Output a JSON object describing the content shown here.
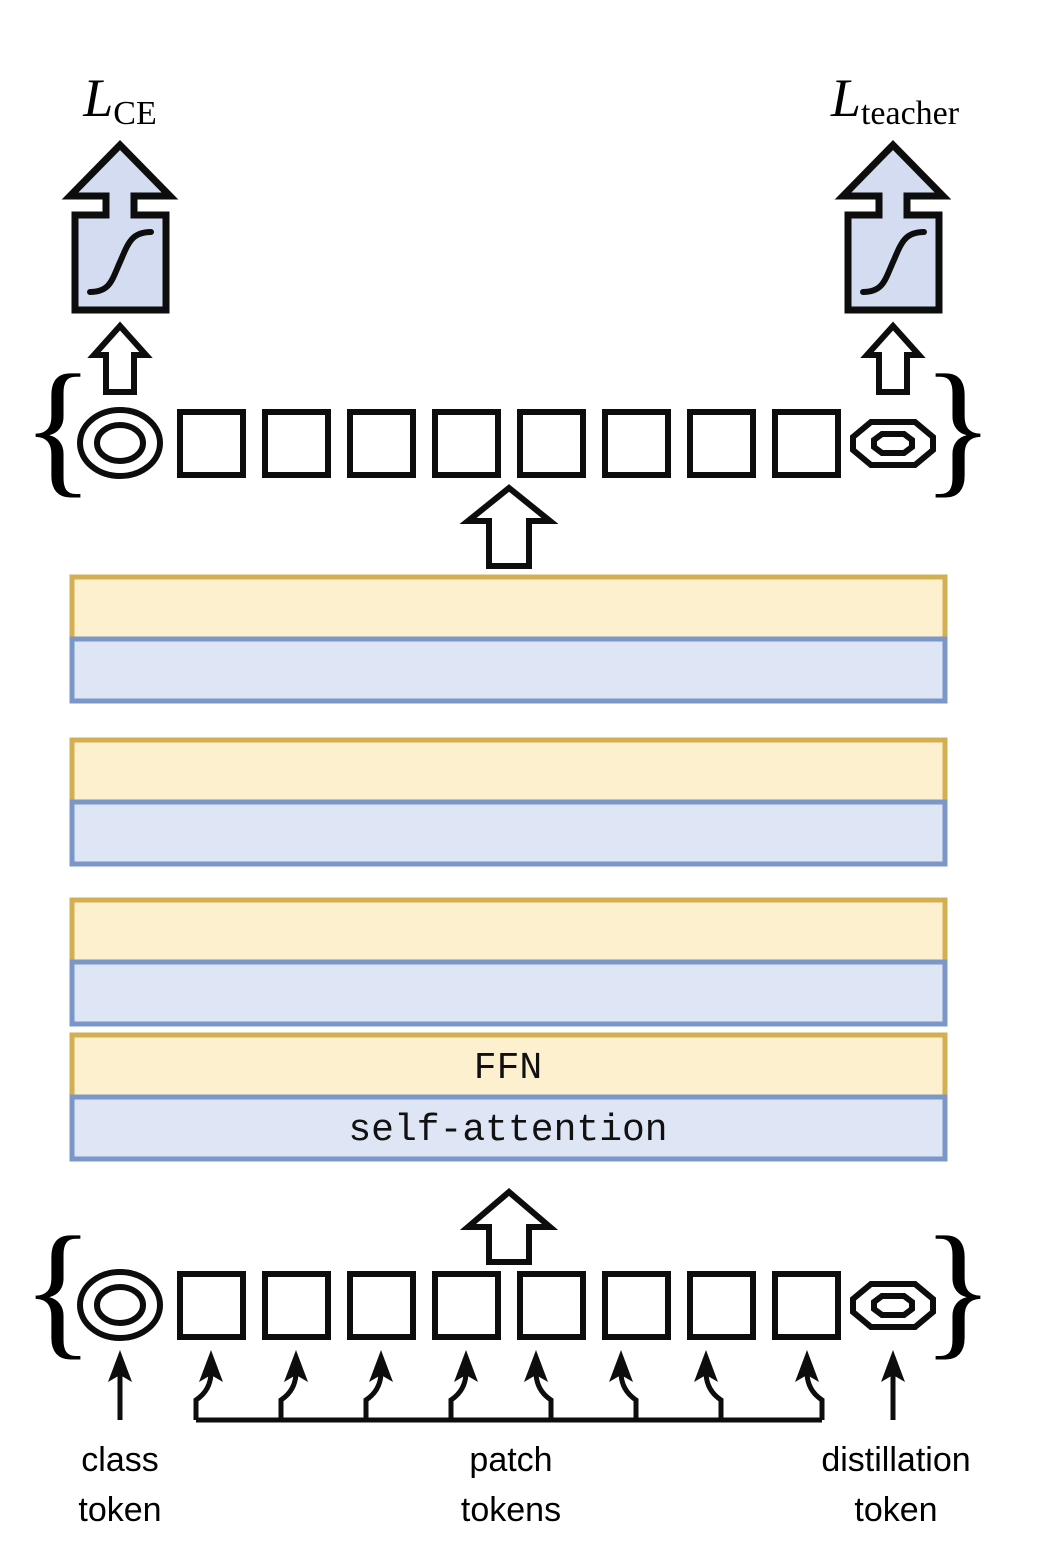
{
  "figure": {
    "title": "DeiT distillation architecture diagram",
    "background": "#ffffff"
  },
  "colors": {
    "ffn_fill": "#fcf0ce",
    "ffn_border": "#d4af51",
    "attention_fill": "#dee5f5",
    "attention_border": "#7b97c8",
    "head_fill": "#d3dcf0",
    "outline": "#0d0d0d"
  },
  "losses": [
    {
      "name": "ce-loss",
      "script": "L",
      "subscript": "CE"
    },
    {
      "name": "teacher-loss",
      "script": "L",
      "subscript": "teacher"
    }
  ],
  "heads": [
    {
      "name": "class-classifier-head",
      "icon": "sigmoid-icon"
    },
    {
      "name": "distillation-classifier-head",
      "icon": "sigmoid-icon"
    }
  ],
  "output_row": {
    "name": "output-token-row",
    "open_brace": "{",
    "close_brace": "}",
    "tokens": [
      {
        "type": "class-token",
        "shape": "double-circle"
      },
      {
        "type": "patch-token",
        "shape": "square"
      },
      {
        "type": "patch-token",
        "shape": "square"
      },
      {
        "type": "patch-token",
        "shape": "square"
      },
      {
        "type": "patch-token",
        "shape": "square"
      },
      {
        "type": "patch-token",
        "shape": "square"
      },
      {
        "type": "patch-token",
        "shape": "square"
      },
      {
        "type": "patch-token",
        "shape": "square"
      },
      {
        "type": "patch-token",
        "shape": "square"
      },
      {
        "type": "distillation-token",
        "shape": "double-octagon"
      }
    ]
  },
  "input_row": {
    "name": "input-token-row",
    "open_brace": "{",
    "close_brace": "}",
    "tokens": [
      {
        "type": "class-token",
        "shape": "double-circle"
      },
      {
        "type": "patch-token",
        "shape": "square"
      },
      {
        "type": "patch-token",
        "shape": "square"
      },
      {
        "type": "patch-token",
        "shape": "square"
      },
      {
        "type": "patch-token",
        "shape": "square"
      },
      {
        "type": "patch-token",
        "shape": "square"
      },
      {
        "type": "patch-token",
        "shape": "square"
      },
      {
        "type": "patch-token",
        "shape": "square"
      },
      {
        "type": "patch-token",
        "shape": "square"
      },
      {
        "type": "distillation-token",
        "shape": "double-octagon"
      }
    ]
  },
  "transformer_blocks": [
    {
      "index": 0,
      "ffn_label": "",
      "attention_label": ""
    },
    {
      "index": 1,
      "ffn_label": "",
      "attention_label": ""
    },
    {
      "index": 2,
      "ffn_label": "",
      "attention_label": ""
    },
    {
      "index": 3,
      "ffn_label": "FFN",
      "attention_label": "self-attention"
    }
  ],
  "bottom_labels": [
    {
      "name": "class-token-label",
      "line1": "class",
      "line2": "token"
    },
    {
      "name": "patch-tokens-label",
      "line1": "patch",
      "line2": "tokens"
    },
    {
      "name": "distillation-token-label",
      "line1": "distillation",
      "line2": "token"
    }
  ],
  "arrows": {
    "to_ce_loss": "up-block-arrow",
    "to_teacher_loss": "up-block-arrow",
    "output_to_head": "up-block-arrow",
    "block_to_output": "up-block-arrow",
    "input_to_block": "up-block-arrow",
    "patch_bus": "curved-fan-arrows"
  }
}
